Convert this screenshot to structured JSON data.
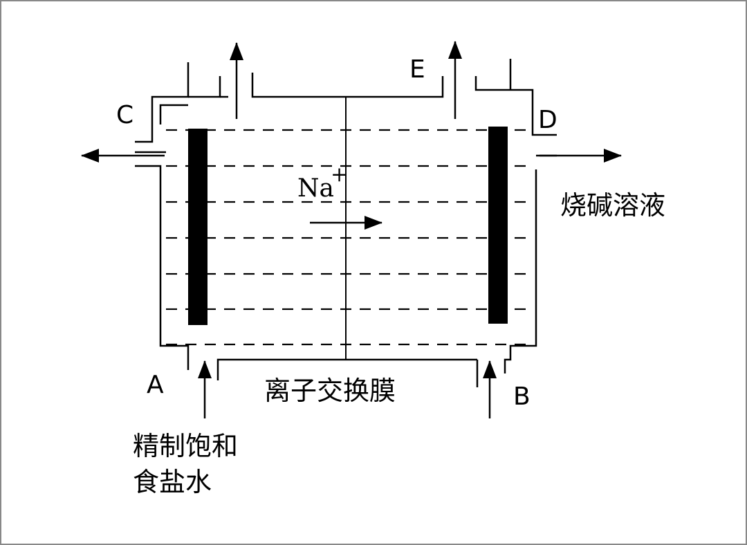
{
  "labels": {
    "A": "A",
    "B": "B",
    "C": "C",
    "D": "D",
    "E": "E",
    "ion": "Na",
    "ion_charge": "+",
    "caustic_soda": "烧碱溶液",
    "membrane": "离子交换膜",
    "brine_line1": "精制饱和",
    "brine_line2": "食盐水"
  }
}
